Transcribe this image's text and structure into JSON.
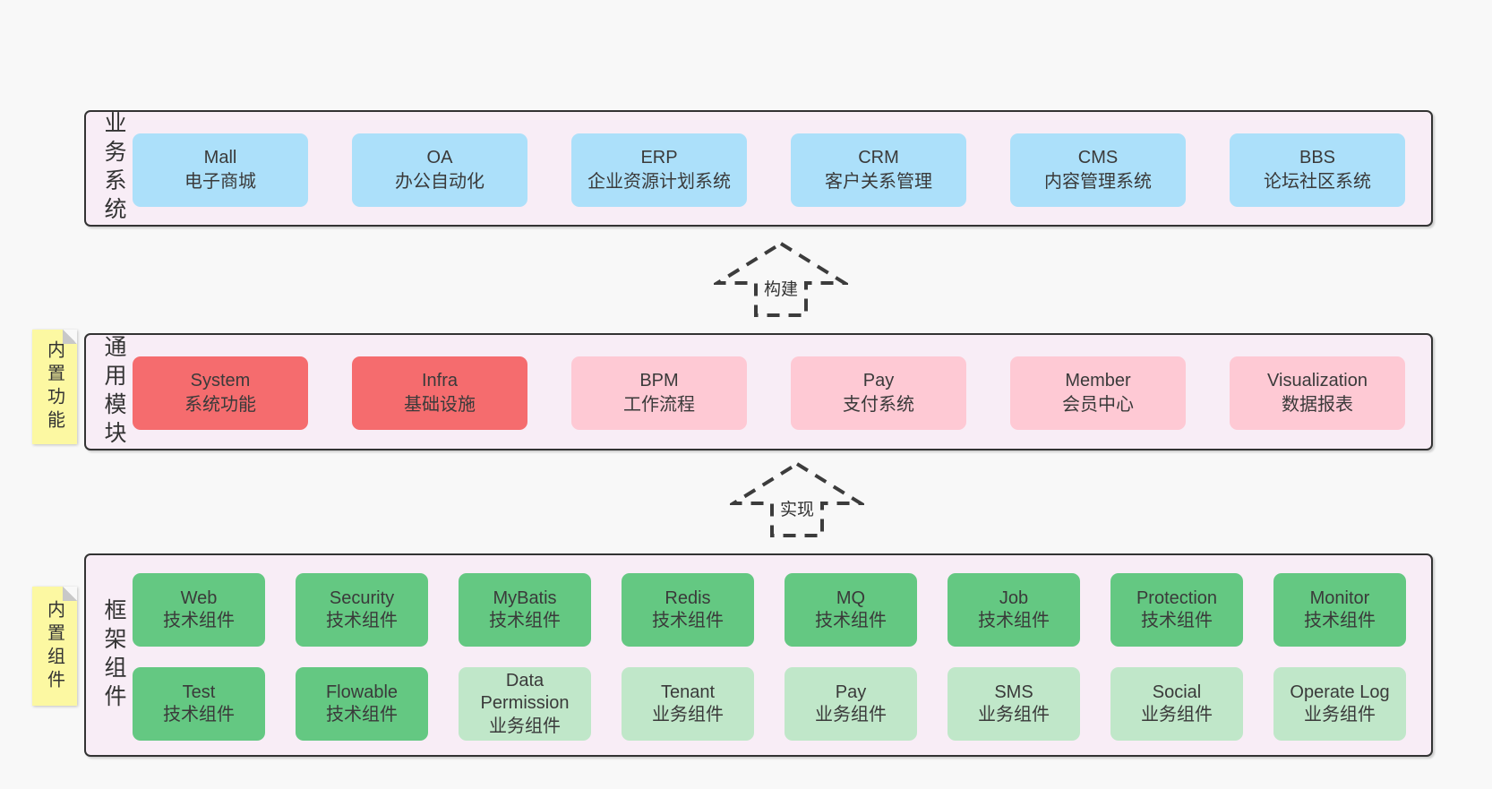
{
  "page": {
    "background": "#f8f8f8"
  },
  "colors": {
    "container_bg": "#f8edf6",
    "container_border": "#333333",
    "blue_box": "#ace0fa",
    "red_box": "#f56c6e",
    "pink_box": "#fec9d4",
    "green_box": "#64c882",
    "light_green_box": "#c0e7c9",
    "sticky_yellow": "#fcf8a2",
    "sticky_fold_gray": "#c8c8c8",
    "arrow_dash": "#3c3c3c"
  },
  "arrows": [
    {
      "label": "构建"
    },
    {
      "label": "实现"
    }
  ],
  "layers": [
    {
      "name": "business-systems",
      "vertical_label": "业务系统",
      "boxes": [
        {
          "title": "Mall",
          "subtitle": "电子商城",
          "variant": "blue"
        },
        {
          "title": "OA",
          "subtitle": "办公自动化",
          "variant": "blue"
        },
        {
          "title": "ERP",
          "subtitle": "企业资源计划系统",
          "variant": "blue"
        },
        {
          "title": "CRM",
          "subtitle": "客户关系管理",
          "variant": "blue"
        },
        {
          "title": "CMS",
          "subtitle": "内容管理系统",
          "variant": "blue"
        },
        {
          "title": "BBS",
          "subtitle": "论坛社区系统",
          "variant": "blue"
        }
      ]
    },
    {
      "name": "common-modules",
      "vertical_label": "通用模块",
      "sticky_note": "内置功能",
      "boxes": [
        {
          "title": "System",
          "subtitle": "系统功能",
          "variant": "red"
        },
        {
          "title": "Infra",
          "subtitle": "基础设施",
          "variant": "red"
        },
        {
          "title": "BPM",
          "subtitle": "工作流程",
          "variant": "pink"
        },
        {
          "title": "Pay",
          "subtitle": "支付系统",
          "variant": "pink"
        },
        {
          "title": "Member",
          "subtitle": "会员中心",
          "variant": "pink"
        },
        {
          "title": "Visualization",
          "subtitle": "数据报表",
          "variant": "pink"
        }
      ]
    },
    {
      "name": "framework-components",
      "vertical_label": "框架组件",
      "sticky_note": "内置组件",
      "rows": [
        [
          {
            "title": "Web",
            "subtitle": "技术组件",
            "variant": "green"
          },
          {
            "title": "Security",
            "subtitle": "技术组件",
            "variant": "green"
          },
          {
            "title": "MyBatis",
            "subtitle": "技术组件",
            "variant": "green"
          },
          {
            "title": "Redis",
            "subtitle": "技术组件",
            "variant": "green"
          },
          {
            "title": "MQ",
            "subtitle": "技术组件",
            "variant": "green"
          },
          {
            "title": "Job",
            "subtitle": "技术组件",
            "variant": "green"
          },
          {
            "title": "Protection",
            "subtitle": "技术组件",
            "variant": "green"
          },
          {
            "title": "Monitor",
            "subtitle": "技术组件",
            "variant": "green"
          }
        ],
        [
          {
            "title": "Test",
            "subtitle": "技术组件",
            "variant": "green"
          },
          {
            "title": "Flowable",
            "subtitle": "技术组件",
            "variant": "green"
          },
          {
            "title": "Data Permission",
            "subtitle": "业务组件",
            "variant": "green-light"
          },
          {
            "title": "Tenant",
            "subtitle": "业务组件",
            "variant": "green-light"
          },
          {
            "title": "Pay",
            "subtitle": "业务组件",
            "variant": "green-light"
          },
          {
            "title": "SMS",
            "subtitle": "业务组件",
            "variant": "green-light"
          },
          {
            "title": "Social",
            "subtitle": "业务组件",
            "variant": "green-light"
          },
          {
            "title": "Operate Log",
            "subtitle": "业务组件",
            "variant": "green-light"
          }
        ]
      ]
    }
  ]
}
